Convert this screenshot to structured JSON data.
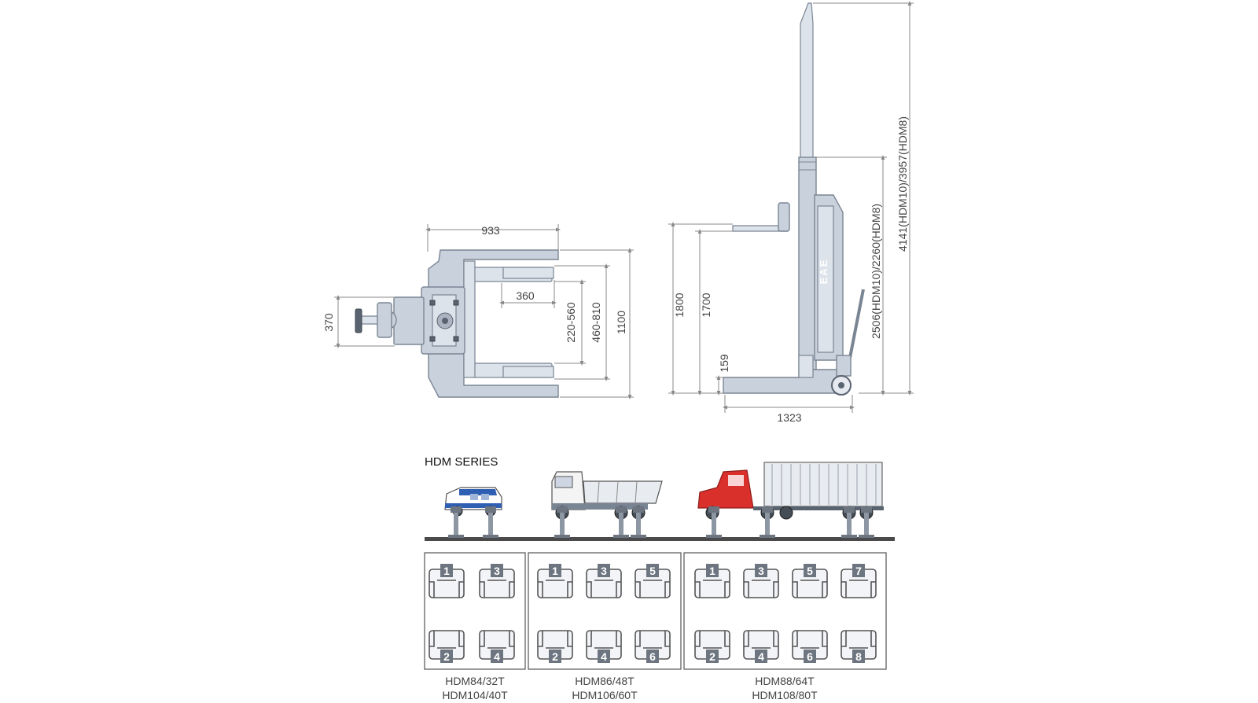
{
  "top_view": {
    "dims": {
      "width_933": "933",
      "inner_360": "360",
      "range_220_560": "220-560",
      "range_460_810": "460-810",
      "length_1100": "1100",
      "handle_370": "370"
    }
  },
  "side_view": {
    "brand": "EAE",
    "dims": {
      "h1800": "1800",
      "h1700": "1700",
      "h159": "159",
      "base_1323": "1323",
      "mid_height": "2506(HDM10)/2260(HDM8)",
      "max_height": "4141(HDM10)/3957(HDM8)"
    }
  },
  "series": {
    "title": "HDM SERIES",
    "groups": [
      {
        "vehicle": "van-icon",
        "lift_numbers": [
          "1",
          "3",
          "2",
          "4"
        ],
        "models": [
          "HDM84/32T",
          "HDM104/40T"
        ]
      },
      {
        "vehicle": "dump-truck-icon",
        "lift_numbers": [
          "1",
          "3",
          "5",
          "2",
          "4",
          "6"
        ],
        "models": [
          "HDM86/48T",
          "HDM106/60T"
        ]
      },
      {
        "vehicle": "semi-truck-icon",
        "lift_numbers": [
          "1",
          "3",
          "5",
          "7",
          "2",
          "4",
          "6",
          "8"
        ],
        "models": [
          "HDM88/64T",
          "HDM108/80T"
        ]
      }
    ]
  },
  "colors": {
    "lift_body": "#c9d1dc",
    "outline": "#7a8594",
    "truck_red": "#d9302c",
    "van_blue": "#2f5fb3",
    "lift_number_box": "#6d7580"
  }
}
